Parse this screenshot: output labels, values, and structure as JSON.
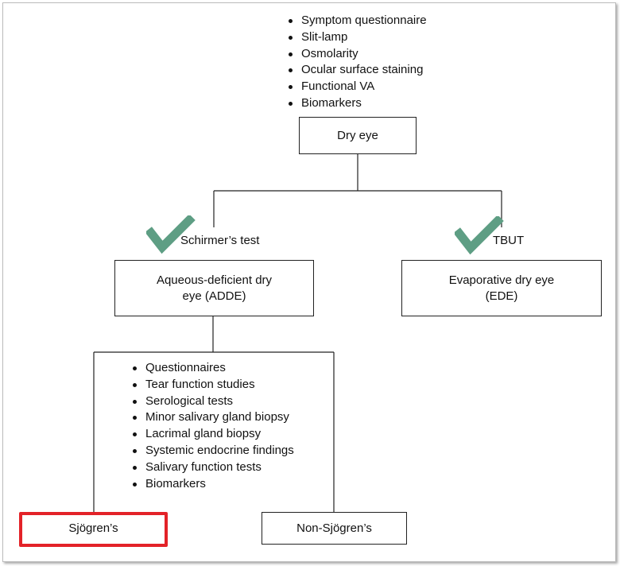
{
  "top_list": [
    "Symptom questionnaire",
    "Slit-lamp",
    "Osmolarity",
    "Ocular surface staining",
    "Functional VA",
    "Biomarkers"
  ],
  "nodes": {
    "dry_eye": "Dry eye",
    "adde_line1": "Aqueous-deficient dry",
    "adde_line2": "eye (ADDE)",
    "ede_line1": "Evaporative dry eye",
    "ede_line2": "(EDE)",
    "sjogrens": "Sjögren’s",
    "non_sjogrens": "Non-Sjögren’s"
  },
  "tests": {
    "left": "Schirmer’s test",
    "right": "TBUT"
  },
  "adde_list": [
    "Questionnaires",
    "Tear function studies",
    "Serological tests",
    "Minor salivary gland biopsy",
    "Lacrimal gland biopsy",
    "Systemic endocrine findings",
    "Salivary function tests",
    "Biomarkers"
  ],
  "colors": {
    "check": "#5e9e84",
    "highlight": "#e32228",
    "line": "#222222"
  }
}
